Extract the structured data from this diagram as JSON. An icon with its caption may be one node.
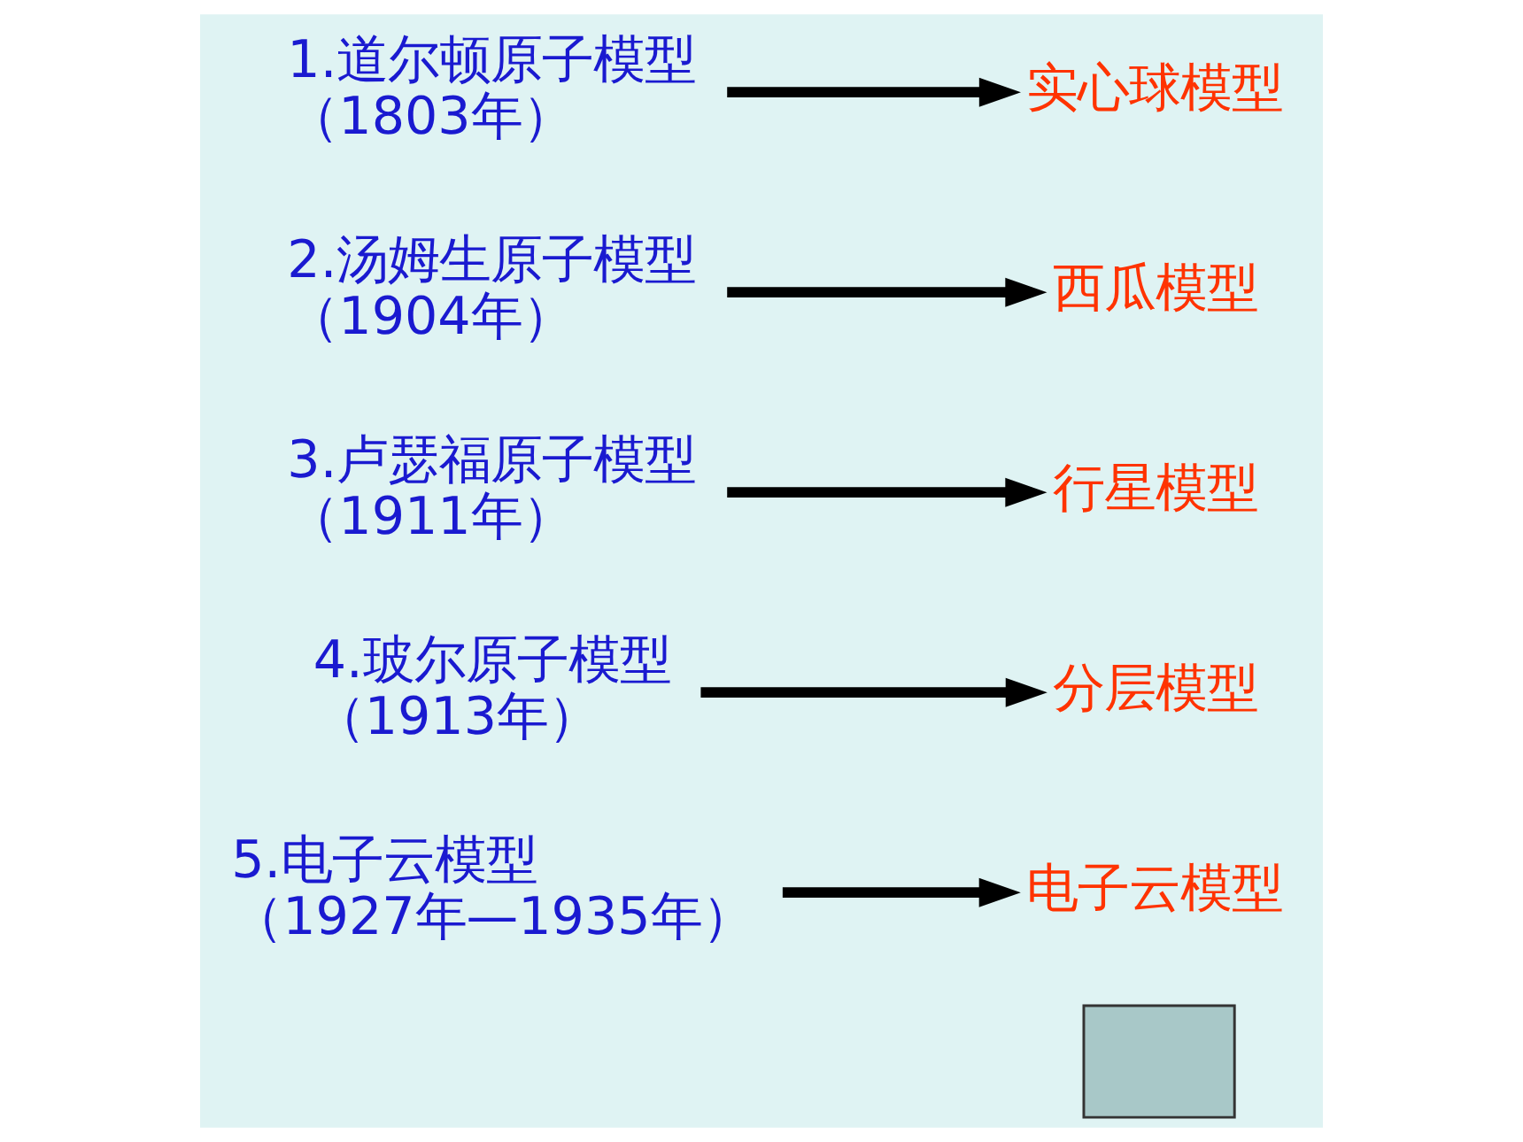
{
  "diagram": {
    "nodes": [
      {
        "text": [
          "1.道尔顿原子模型",
          "（1803年）"
        ]
      },
      {
        "text": [
          "实心球模型"
        ]
      },
      {
        "text": [
          "2.汤姆生原子模型",
          "（1904年）"
        ]
      },
      {
        "text": [
          "西瓜模型"
        ]
      },
      {
        "text": [
          "3.卢瑟福原子模型",
          "（1911年）"
        ]
      },
      {
        "text": [
          "行星模型"
        ]
      },
      {
        "text": [
          "4.玻尔原子模型",
          "（1913年）"
        ]
      },
      {
        "text": [
          "分层模型"
        ]
      },
      {
        "text": [
          "5.电子云模型",
          "（1927年—1935年）"
        ]
      },
      {
        "text": [
          "电子云模型"
        ]
      },
      {
        "text": [],
        "shape": "box"
      }
    ],
    "edges": [
      {
        "from": 0,
        "to": 1,
        "arrow": "to"
      },
      {
        "from": 2,
        "to": 3,
        "arrow": "to"
      },
      {
        "from": 4,
        "to": 5,
        "arrow": "to"
      },
      {
        "from": 6,
        "to": 7,
        "arrow": "to"
      },
      {
        "from": 8,
        "to": 9,
        "arrow": "to"
      }
    ]
  }
}
